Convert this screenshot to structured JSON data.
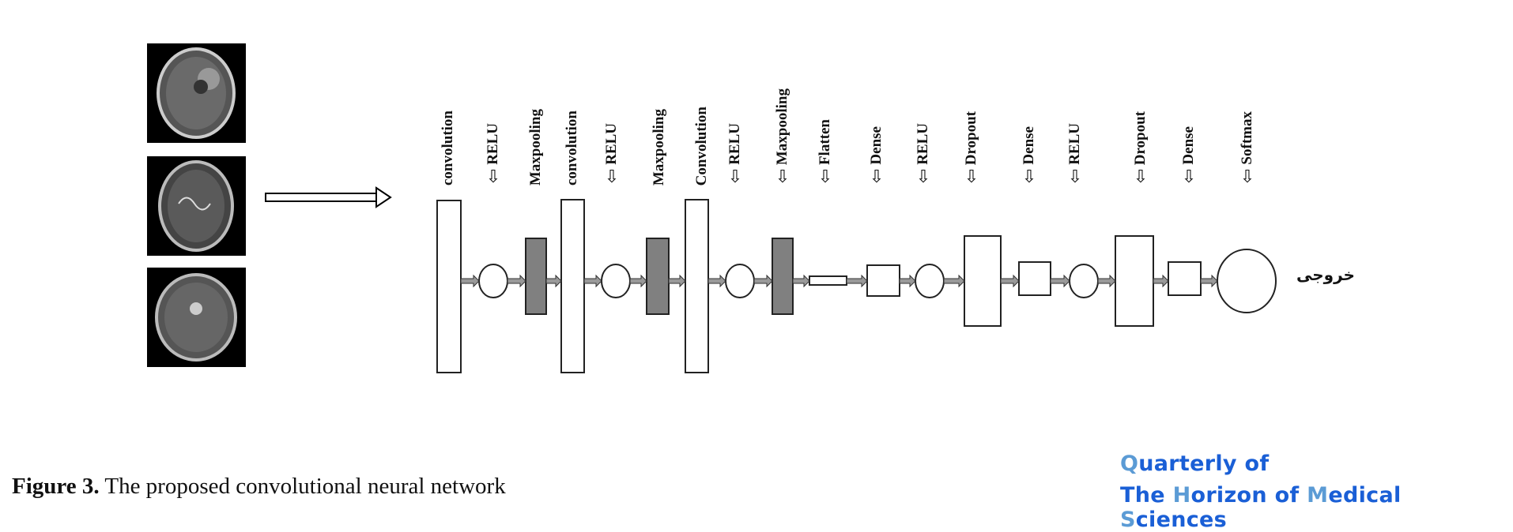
{
  "diagram": {
    "layer_labels": [
      "convolution",
      "RELU",
      "Maxpooling",
      "convolution",
      "RELU",
      "Maxpooling",
      "Convolution",
      "RELU",
      "Maxpooling",
      "Flatten",
      "Dense",
      "RELU",
      "Dropout",
      "Dense",
      "RELU",
      "Dropout",
      "Dense",
      "Softmax"
    ],
    "arrow_glyph": "⇩",
    "output_label": "خروجی"
  },
  "caption": {
    "figure_label": "Figure 3.",
    "text": " The proposed convolutional neural network"
  },
  "logo": {
    "line1": [
      {
        "t": "Q",
        "light": true
      },
      {
        "t": "uarterly of",
        "light": false
      }
    ],
    "line2": [
      {
        "t": "The ",
        "light": false
      },
      {
        "t": "H",
        "light": true
      },
      {
        "t": "orizon of ",
        "light": false
      },
      {
        "t": "M",
        "light": true
      },
      {
        "t": "edical ",
        "light": false
      },
      {
        "t": "S",
        "light": true
      },
      {
        "t": "ciences",
        "light": false
      }
    ],
    "full_text": "Quarterly of The Horizon of Medical Sciences"
  },
  "colors": {
    "logo_dark": "#1a5fd6",
    "logo_light": "#5b9bd5",
    "pool_fill": "#808080"
  }
}
